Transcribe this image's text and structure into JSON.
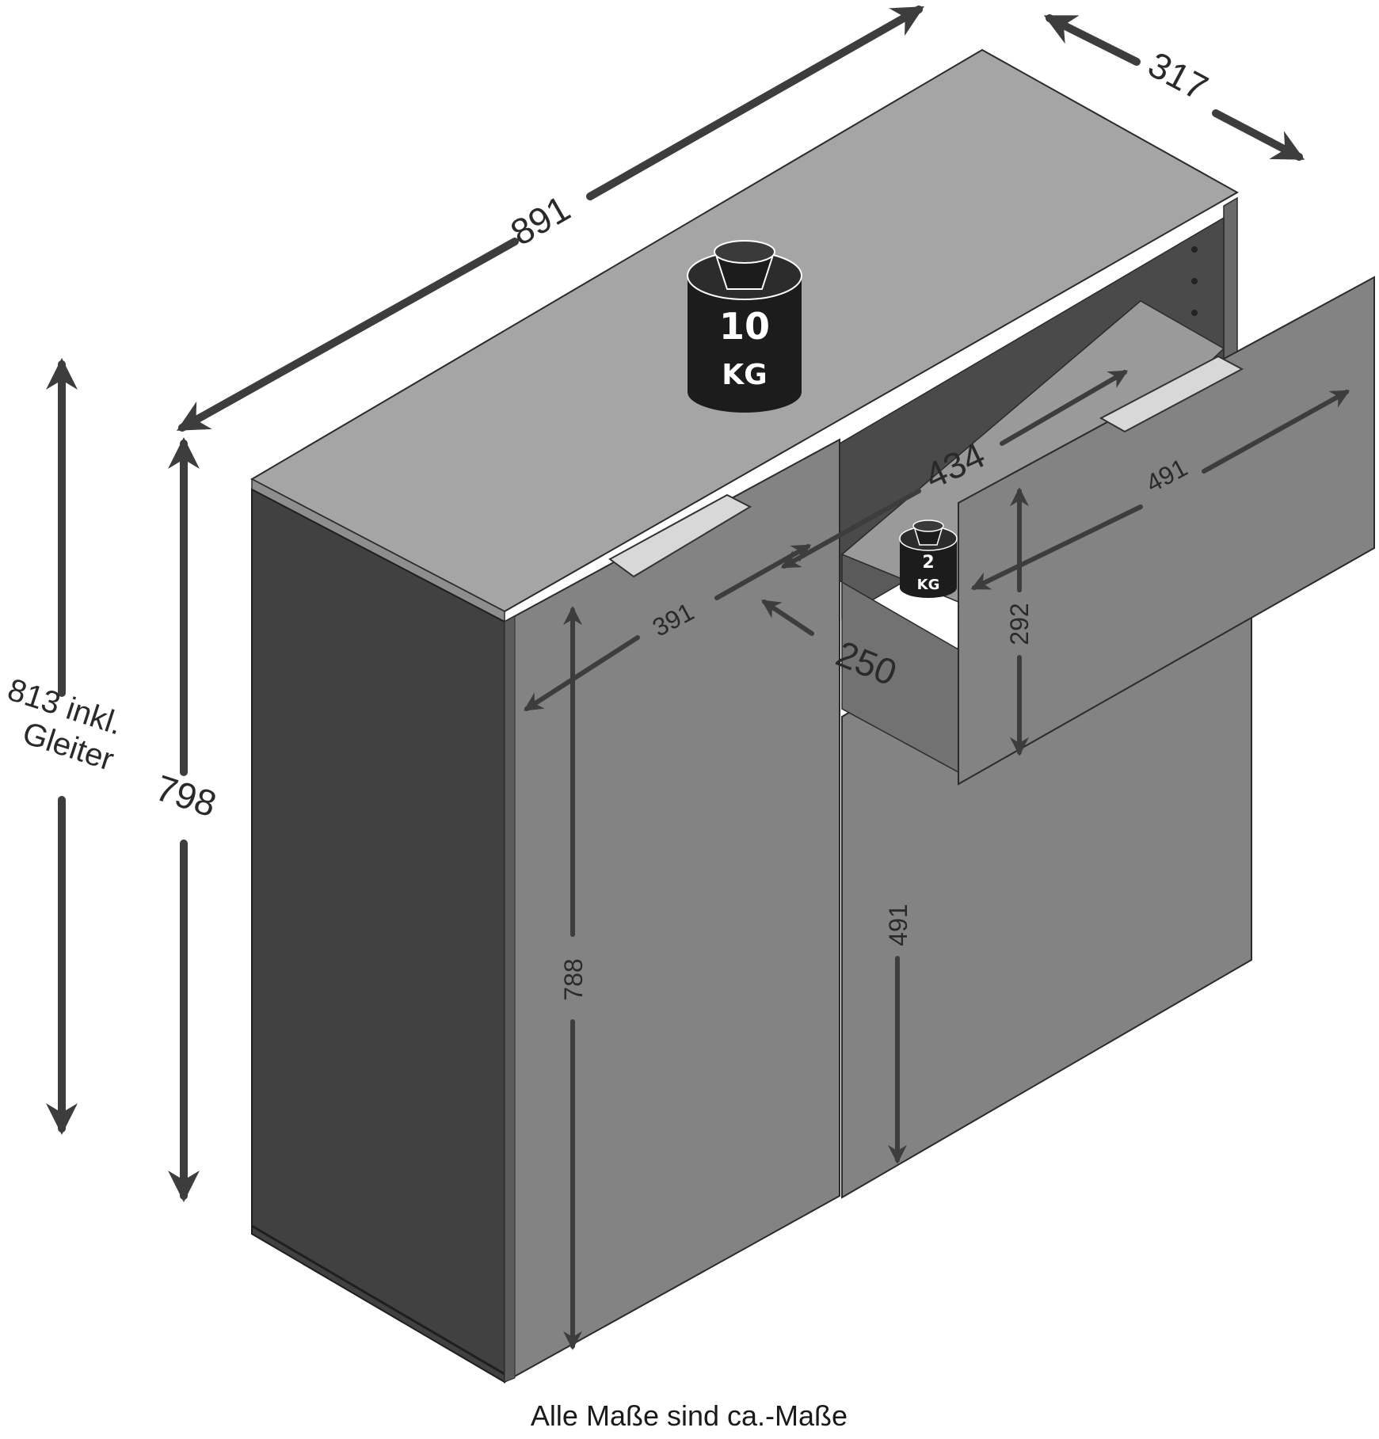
{
  "dimensions": {
    "width_total": "891",
    "depth_total": "317",
    "height_with_glides_line1": "813 inkl.",
    "height_with_glides_line2": "Gleiter",
    "height_body": "798",
    "drawer_inner_width": "434",
    "drawer_front_width": "491",
    "drawer_front_height": "292",
    "drawer_depth": "250",
    "door_width": "391",
    "door_height": "788",
    "right_door_height": "491"
  },
  "weights": {
    "top": {
      "value": "10",
      "unit": "KG"
    },
    "drawer": {
      "value": "2",
      "unit": "KG"
    }
  },
  "footer": {
    "note": "Alle Maße sind ca.-Maße"
  },
  "colors": {
    "top_surface": "#a5a5a5",
    "front_surface": "#838383",
    "side_surface": "#414141",
    "dimension_lines": "#3d3d3d",
    "weight_body": "#1c1c1c"
  }
}
